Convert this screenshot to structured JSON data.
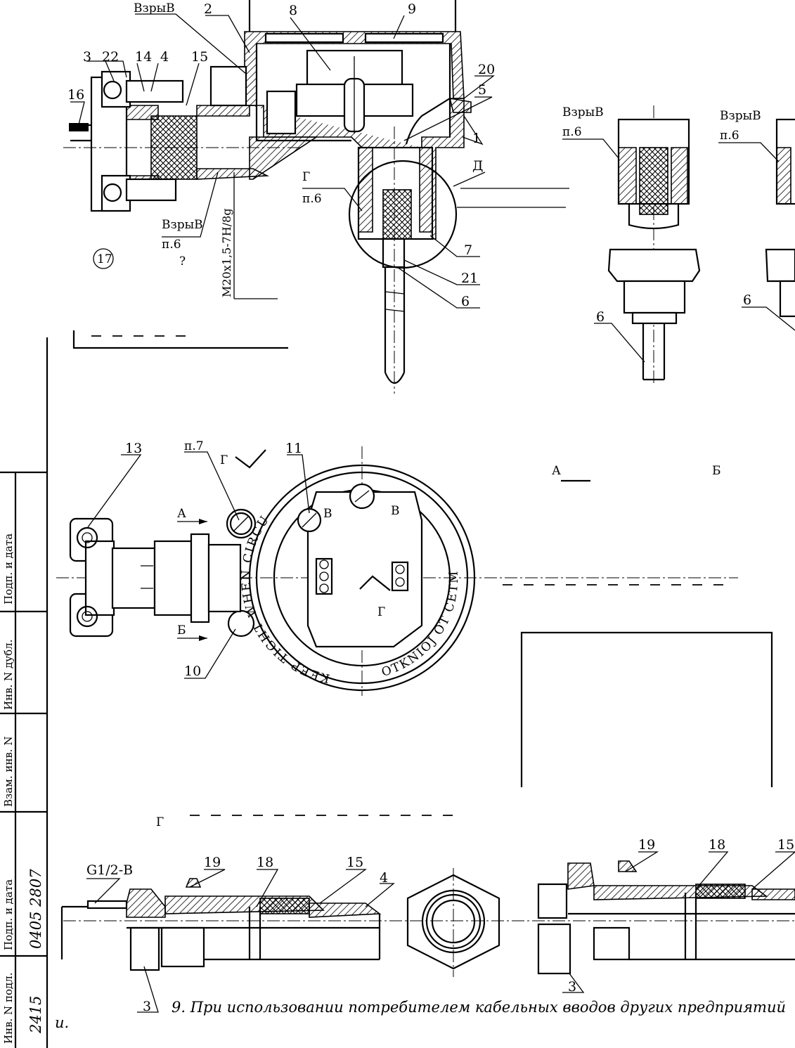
{
  "top_section": {
    "labels": {
      "vzryv_top": "ВзрыВ",
      "n2": "2",
      "n8": "8",
      "n9": "9",
      "n20": "20",
      "n5": "5",
      "n1": "1",
      "n3": "3",
      "n22": "22",
      "n14": "14",
      "n4": "4",
      "n15": "15",
      "n16": "16",
      "d_letter": "Д",
      "g_letter": "Г",
      "p6_a": "п.6",
      "n7": "7",
      "n21": "21",
      "n6": "6",
      "vzryv_bottom": "ВзрыВ",
      "p6_b": "п.6",
      "q_mark": "?",
      "thread": "M20x1,5-7H/8g",
      "circle_17": "17"
    }
  },
  "right_details": {
    "vzryv_1": "ВзрыВ",
    "p6_1": "п.6",
    "n6_1": "6",
    "vzryv_2": "ВзрыВ",
    "p6_2": "п.6",
    "n6_2": "6"
  },
  "plan_view": {
    "n13": "13",
    "p7": "п.7",
    "g_top": "Г",
    "n11": "11",
    "v_left": "В",
    "v_right": "В",
    "a_arrow": "А",
    "b_arrow": "Б",
    "g_center": "Г",
    "n10": "10",
    "ring_text_left": "KEEP TIGHT WHEN CIRCU",
    "ring_text_right": "OTKNIOJ OT CETM",
    "view_a": "А",
    "view_b": "Б"
  },
  "bottom_section": {
    "g_caption": "Г",
    "thread_label": "G1/2-B",
    "n19": "19",
    "n18": "18",
    "n15": "15",
    "n4": "4",
    "n3": "3",
    "n19_r": "19",
    "n18_r": "18",
    "n15_r": "15",
    "n3_r": "3",
    "note": "9. При использовании потребителем кабельных вводов других предприятий"
  },
  "side_stamp": {
    "podp_data_1": "Подп. и дата",
    "inv_dubl": "Инв. N дубл.",
    "vzam_inv": "Взам. инв. N",
    "podp_data_2": "Подп. и дата",
    "inv_podl": "Инв. N подл.",
    "handwritten_1": "0405 2807",
    "handwritten_2": "2415",
    "bottom_mark": "и."
  }
}
